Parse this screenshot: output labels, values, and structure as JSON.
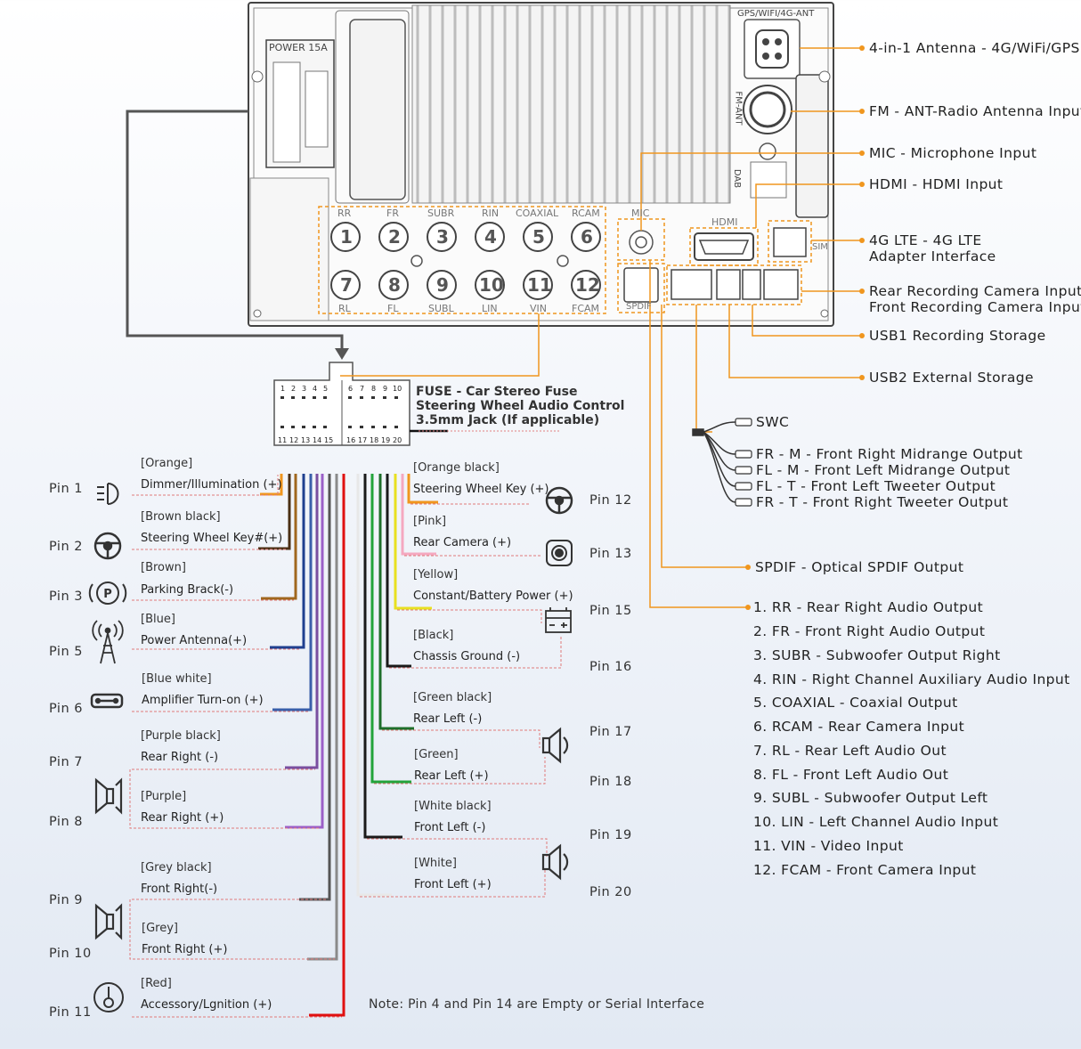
{
  "unit": {
    "power_label": "POWER 15A",
    "gps_label": "GPS/WIFI/4G-ANT",
    "fm_label": "FM-ANT",
    "dab_label": "DAB",
    "mic_label": "MIC",
    "hdmi_label": "HDMI",
    "sim_label": "SIM",
    "spdif_label": "SPDIF",
    "rca_top": [
      "RR",
      "FR",
      "SUBR",
      "RIN",
      "COAXIAL",
      "RCAM"
    ],
    "rca_bottom": [
      "RL",
      "FL",
      "SUBL",
      "LIN",
      "VIN",
      "FCAM"
    ],
    "rca_numbers": [
      "1",
      "2",
      "3",
      "4",
      "5",
      "6",
      "7",
      "8",
      "9",
      "10",
      "11",
      "12"
    ]
  },
  "connector": {
    "top_pins": [
      "1",
      "2",
      "3",
      "4",
      "5",
      "6",
      "7",
      "8",
      "9",
      "10"
    ],
    "bottom_pins": [
      "11",
      "12",
      "13",
      "14",
      "15",
      "16",
      "17",
      "18",
      "19",
      "20"
    ],
    "fuse_lines": [
      "FUSE - Car Stereo Fuse",
      "Steering Wheel Audio Control",
      "3.5mm Jack (If applicable)"
    ]
  },
  "right_labels": [
    "4-in-1 Antenna - 4G/WiFi/GPS",
    "FM - ANT-Radio Antenna Input",
    "MIC - Microphone Input",
    "HDMI - HDMI Input",
    "4G LTE - 4G LTE",
    "Adapter Interface",
    "Rear Recording Camera Input",
    "Front Recording Camera Input",
    "USB1 Recording Storage",
    "USB2 External Storage"
  ],
  "swc": {
    "label": "SWC",
    "outputs": [
      "FR - M - Front Right Midrange Output",
      "FL - M - Front Left Midrange Output",
      "FL - T - Front Left Tweeter Output",
      "FR - T - Front Right Tweeter Output"
    ]
  },
  "spdif_output": "SPDIF - Optical SPDIF Output",
  "rca_list": [
    "1. RR - Rear Right Audio Output",
    "2. FR - Front Right Audio Output",
    "3. SUBR - Subwoofer Output Right",
    "4. RIN - Right Channel Auxiliary Audio Input",
    "5. COAXIAL - Coaxial Output",
    "6. RCAM - Rear Camera Input",
    "7. RL - Rear Left Audio Out",
    "8. FL - Front Left Audio Out",
    "9. SUBL - Subwoofer Output Left",
    "10. LIN - Left Channel Audio Input",
    "11. VIN - Video Input",
    "12. FCAM - Front Camera Input"
  ],
  "left_wires": [
    {
      "color_name": "[Orange]",
      "function": "Dimmer/Illumination (+)",
      "color": "#f0961e"
    },
    {
      "color_name": "[Brown black]",
      "function": "Steering Wheel Key#(+)",
      "color": "#8a5a1e"
    },
    {
      "color_name": "[Brown]",
      "function": "Parking Brack(-)",
      "color": "#a0671f"
    },
    {
      "color_name": "[Blue]",
      "function": "Power Antenna(+)",
      "color": "#1f3f8f"
    },
    {
      "color_name": "[Blue white]",
      "function": "Amplifier Turn-on (+)",
      "color": "#3a5faa"
    },
    {
      "color_name": "[Purple black]",
      "function": "Rear Right (-)",
      "color": "#7a4fa0"
    },
    {
      "color_name": "[Purple]",
      "function": "Rear Right (+)",
      "color": "#9b5fc8"
    },
    {
      "color_name": "[Grey black]",
      "function": "Front Right(-)",
      "color": "#555555"
    },
    {
      "color_name": "[Grey]",
      "function": "Front Right (+)",
      "color": "#8a8a8a"
    },
    {
      "color_name": "[Red]",
      "function": "Accessory/Lgnition (+)",
      "color": "#e01010"
    }
  ],
  "left_pins": [
    "Pin 1",
    "Pin 2",
    "Pin 3",
    "Pin 5",
    "Pin 6",
    "Pin 7",
    "Pin 8",
    "Pin 9",
    "Pin 10",
    "Pin 11"
  ],
  "right_wires": [
    {
      "color_name": "[Orange black]",
      "function": "Steering Wheel Key (+)",
      "color": "#f0961e"
    },
    {
      "color_name": "[Pink]",
      "function": "Rear Camera (+)",
      "color": "#f5a8c0"
    },
    {
      "color_name": "[Yellow]",
      "function": "Constant/Battery Power (+)",
      "color": "#e8e020"
    },
    {
      "color_name": "[Black]",
      "function": "Chassis Ground (-)",
      "color": "#1a1a1a"
    },
    {
      "color_name": "[Green black]",
      "function": "Rear Left (-)",
      "color": "#1e6e2a"
    },
    {
      "color_name": "[Green]",
      "function": "Rear Left (+)",
      "color": "#22a33a"
    },
    {
      "color_name": "[White black]",
      "function": "Front Left (-)",
      "color": "#1a1a1a"
    },
    {
      "color_name": "[White]",
      "function": "Front Left (+)",
      "color": "#ffffff"
    }
  ],
  "right_pins": [
    "Pin 12",
    "Pin 13",
    "Pin 15",
    "Pin 16",
    "Pin 17",
    "Pin 18",
    "Pin 19",
    "Pin 20"
  ],
  "note": "Note: Pin 4 and Pin 14 are Empty or Serial Interface",
  "colors": {
    "orange": "#f0961e",
    "outline": "#555555"
  }
}
